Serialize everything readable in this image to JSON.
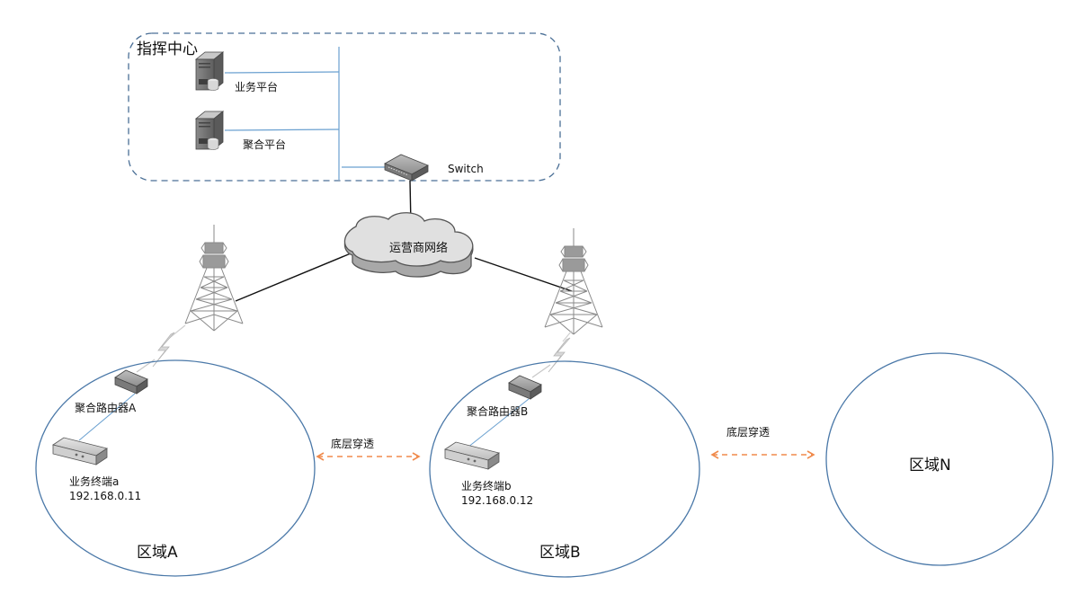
{
  "title": "指挥中心网络拓扑",
  "colors": {
    "region_stroke": "#4a78a8",
    "dashed_box": "#4a6f96",
    "internal_link": "#6aa0d0",
    "wan_link": "#111111",
    "tunnel_arrow": "#f08a4b",
    "device_gray": "#9a9a9a"
  },
  "command_center": {
    "label": "指挥中心",
    "servers": [
      {
        "label": "业务平台",
        "icon": "server-icon"
      },
      {
        "label": "聚合平台",
        "icon": "server-icon"
      }
    ],
    "switch": {
      "label": "Switch",
      "icon": "switch-icon"
    }
  },
  "carrier_network": {
    "label": "运营商网络",
    "icon": "cloud-icon"
  },
  "regions": [
    {
      "label": "区域A",
      "router": {
        "label": "聚合路由器A",
        "icon": "router-icon"
      },
      "terminal": {
        "label": "业务终端a",
        "ip": "192.168.0.11",
        "icon": "terminal-icon"
      },
      "tower": "cell-tower-icon"
    },
    {
      "label": "区域B",
      "router": {
        "label": "聚合路由器B",
        "icon": "router-icon"
      },
      "terminal": {
        "label": "业务终端b",
        "ip": "192.168.0.12",
        "icon": "terminal-icon"
      },
      "tower": "cell-tower-icon"
    },
    {
      "label": "区域N"
    }
  ],
  "tunnels": [
    {
      "label": "底层穿透",
      "from": "区域A",
      "to": "区域B"
    },
    {
      "label": "底层穿透",
      "from": "区域B",
      "to": "区域N"
    }
  ]
}
